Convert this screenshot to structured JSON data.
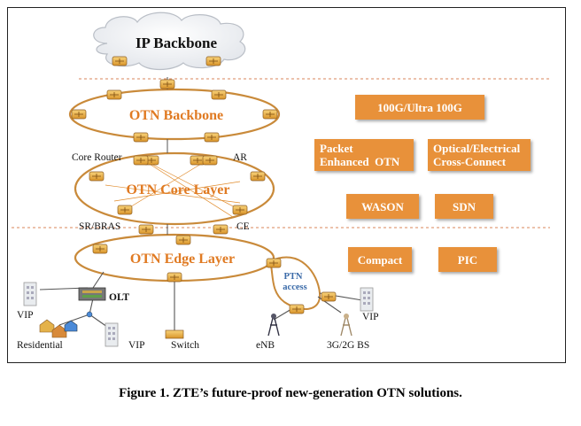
{
  "layers": {
    "ip_backbone": "IP Backbone",
    "otn_backbone": "OTN Backbone",
    "otn_core": "OTN Core Layer",
    "otn_edge": "OTN Edge Layer"
  },
  "node_labels": {
    "core_router": "Core Router",
    "ar": "AR",
    "sr_bras": "SR/BRAS",
    "ce": "CE",
    "olt": "OLT",
    "vip_left": "VIP",
    "residential": "Residential",
    "vip_bottom": "VIP",
    "switch": "Switch",
    "enb": "eNB",
    "bs": "3G/2G BS",
    "vip_right": "VIP",
    "ptn_line1": "PTN",
    "ptn_line2": "access"
  },
  "features": {
    "f1": "100G/Ultra 100G",
    "f2_line1": "Packet",
    "f2_line2": "Enhanced  OTN",
    "f3_line1": "Optical/Electrical",
    "f3_line2": "Cross-Connect",
    "f4": "WASON",
    "f5": "SDN",
    "f6": "Compact",
    "f7": "PIC"
  },
  "caption": "Figure 1. ZTE’s future-proof new-generation OTN solutions.",
  "colors": {
    "ring": "#c98a3a",
    "node": "#e3a63a",
    "layer_text": "#e07a22",
    "feature_bg": "#e8913a",
    "ptn_text": "#3a6aa8",
    "divider": "#d9845a"
  }
}
